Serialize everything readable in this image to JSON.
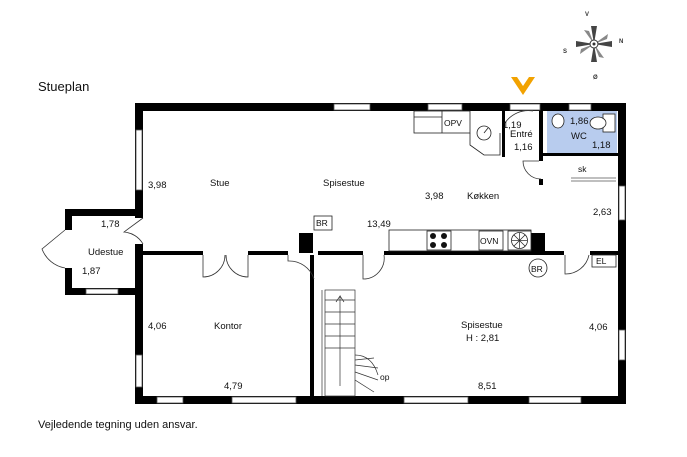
{
  "page": {
    "title": "Stueplan",
    "footer": "Vejledende tegning uden ansvar."
  },
  "compass": {
    "north": "N",
    "south": "S",
    "east": "Ø",
    "west": "V"
  },
  "rooms": {
    "stue": {
      "name": "Stue",
      "dim": "3,98"
    },
    "spisestue_upper": {
      "name": "Spisestue"
    },
    "kokken": {
      "name": "Køkken",
      "dim": "3,98"
    },
    "entre": {
      "name": "Entré",
      "dim_top": "1,19",
      "dim_side": "1,16"
    },
    "wc": {
      "name": "WC",
      "dim_top": "1,86",
      "dim_side": "1,18"
    },
    "udestue": {
      "name": "Udestue",
      "dim_top": "1,78",
      "dim_side": "1,87"
    },
    "kontor": {
      "name": "Kontor",
      "dim_side": "4,06",
      "dim_bottom": "4,79"
    },
    "spisestue_lower": {
      "name": "Spisestue",
      "height": "H : 2,81",
      "dim_side": "4,06",
      "dim_bottom": "8,51"
    },
    "main_length": "13,49",
    "kitchen_side_dim": "2,63"
  },
  "fixtures": {
    "opv": "OPV",
    "ovn": "OVN",
    "br1": "BR",
    "br2": "BR",
    "el": "EL",
    "sk": "sk",
    "stairs": "op"
  },
  "colors": {
    "wall": "#000000",
    "wc_fill": "#b8ccee",
    "entrance_arrow": "#f2a200"
  }
}
